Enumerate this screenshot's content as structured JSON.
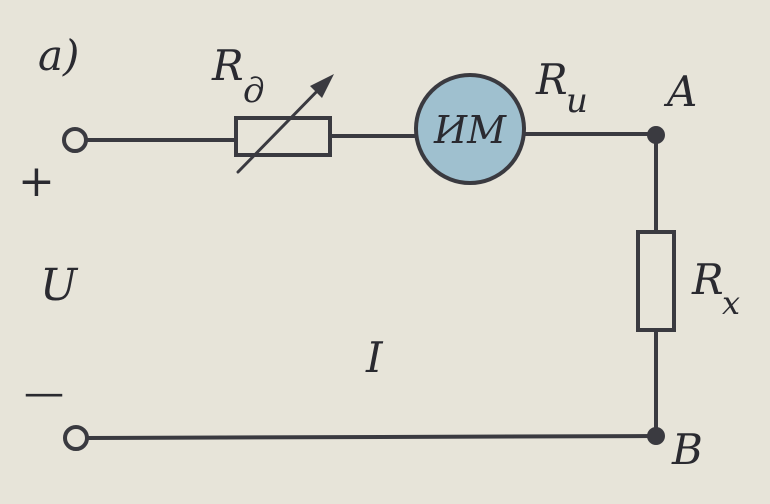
{
  "diagram": {
    "part_label": "a)",
    "labels": {
      "rd": "R",
      "rd_sub": "д",
      "ru": "R",
      "ru_sub": "u",
      "meter": "ИМ",
      "node_a": "A",
      "node_b": "B",
      "rx": "R",
      "rx_sub": "x",
      "plus": "+",
      "minus": "—",
      "voltage": "U",
      "current": "I"
    },
    "colors": {
      "background": "#e7e4d9",
      "wire": "#3a3a40",
      "meter_fill": "#9fc0cf",
      "text": "#2a2a30"
    }
  }
}
